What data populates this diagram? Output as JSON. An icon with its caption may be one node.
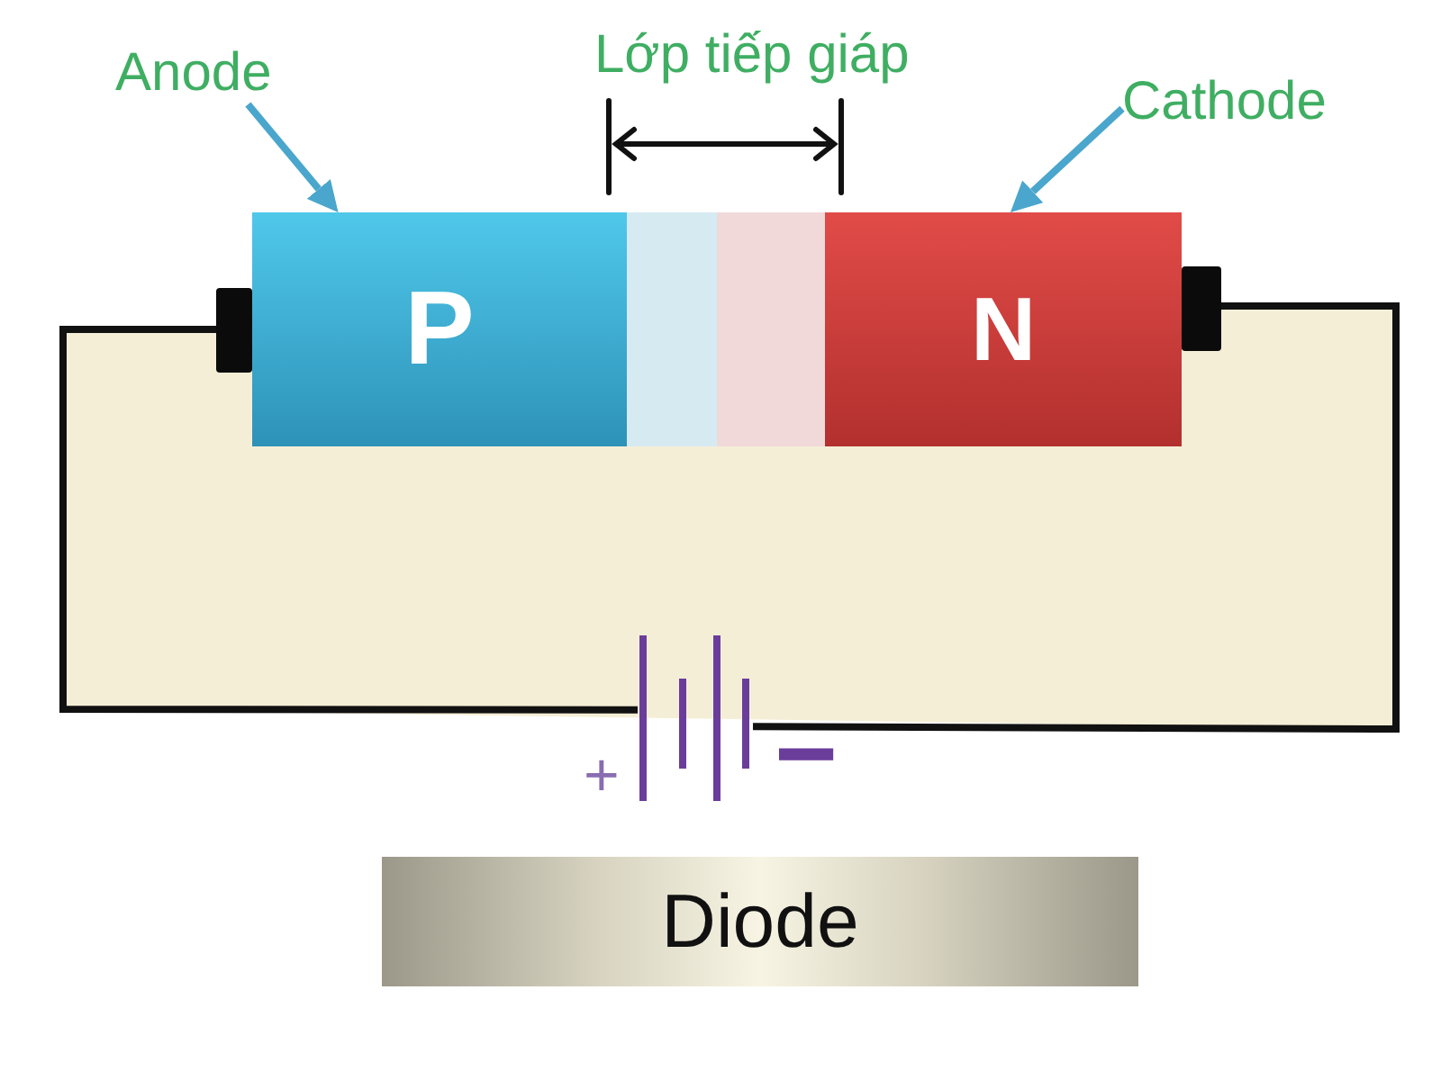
{
  "diagram": {
    "nodes": [
      {
        "text": [
          "Anode"
        ]
      },
      {
        "text": [
          "Cathode"
        ]
      },
      {
        "text": [
          "P"
        ]
      },
      {
        "text": [],
        "shape": "box"
      },
      {
        "text": [],
        "shape": "box"
      },
      {
        "text": [
          "N"
        ]
      },
      {
        "text": [],
        "shape": "picture",
        "beside": [
          "+",
          "−"
        ]
      },
      {
        "text": [
          "Diode"
        ]
      }
    ],
    "edges": [
      {
        "from": 0,
        "to": 2,
        "arrow": "to",
        "color": "#4aa6cc"
      },
      {
        "from": 1,
        "to": 5,
        "arrow": "to",
        "color": "#4aa6cc"
      },
      {
        "from": 2,
        "to": 6,
        "arrow": "none",
        "color": "#111111"
      },
      {
        "from": 5,
        "to": 6,
        "arrow": "none",
        "color": "#111111"
      }
    ],
    "labels": [
      "Lớp tiếp giáp"
    ]
  }
}
